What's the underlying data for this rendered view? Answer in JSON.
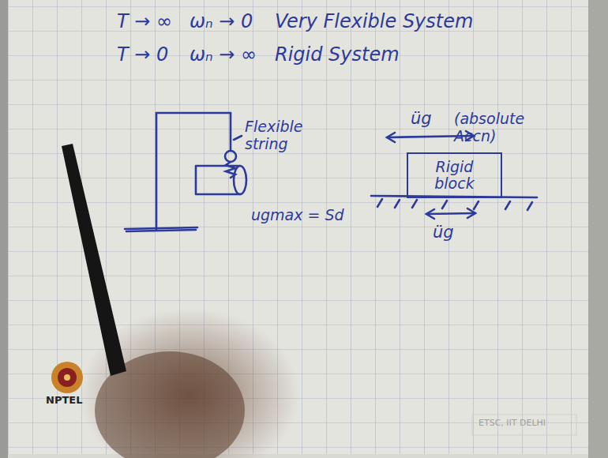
{
  "diagram": {
    "nodes": [
      {
        "text": [
          "Rigid block"
        ]
      }
    ],
    "labels": [
      "T → ∞",
      "ωₙ → 0",
      "Very Flexible System",
      "T → 0",
      "ωₙ → ∞",
      "Rigid System",
      "Flexible string",
      "ugmax = Sd",
      "üg",
      "(absolute Accn)",
      "üg",
      "NPTEL",
      "ETSC, IIT DELHI"
    ]
  }
}
